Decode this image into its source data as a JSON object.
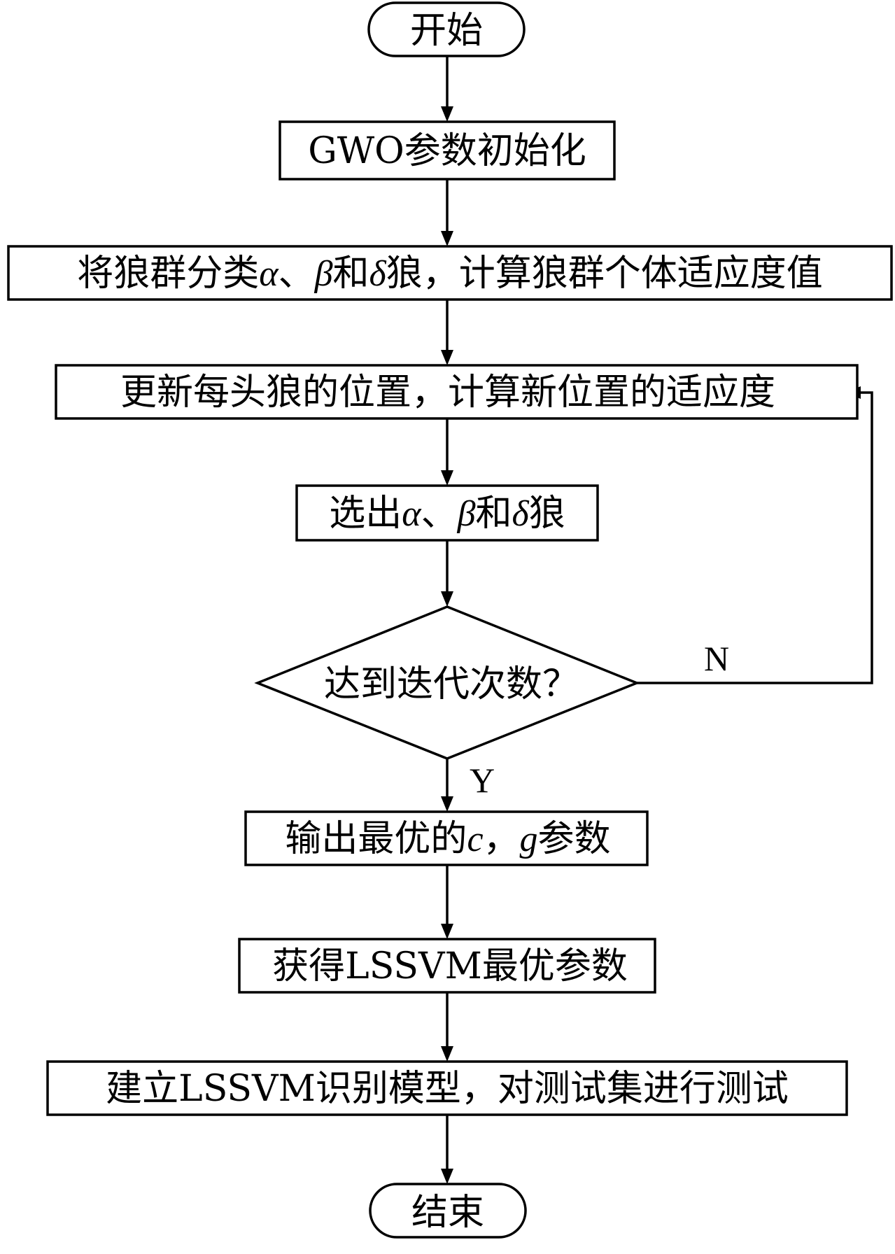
{
  "nodes": {
    "start": {
      "text": "开始"
    },
    "init": {
      "text": "GWO参数初始化"
    },
    "classify": {
      "parts": [
        "将狼群分类",
        "α",
        "、",
        "β",
        "和",
        "δ",
        "狼，计算狼群个体适应度值"
      ]
    },
    "update": {
      "text": "更新每头狼的位置，计算新位置的适应度"
    },
    "select": {
      "parts": [
        "选出",
        "α",
        "、",
        "β",
        "和",
        "δ",
        "狼"
      ]
    },
    "decision": {
      "text": "达到迭代次数？"
    },
    "output": {
      "parts": [
        "输出最优的",
        "c",
        "，",
        "g",
        "参数"
      ]
    },
    "obtain": {
      "text": "获得LSSVM最优参数"
    },
    "build": {
      "text": "建立LSSVM识别模型，对测试集进行测试"
    },
    "end": {
      "text": "结束"
    }
  },
  "edges": {
    "no_label": "N",
    "yes_label": "Y"
  },
  "colors": {
    "stroke": "#000000",
    "fill": "#ffffff",
    "text": "#000000"
  }
}
